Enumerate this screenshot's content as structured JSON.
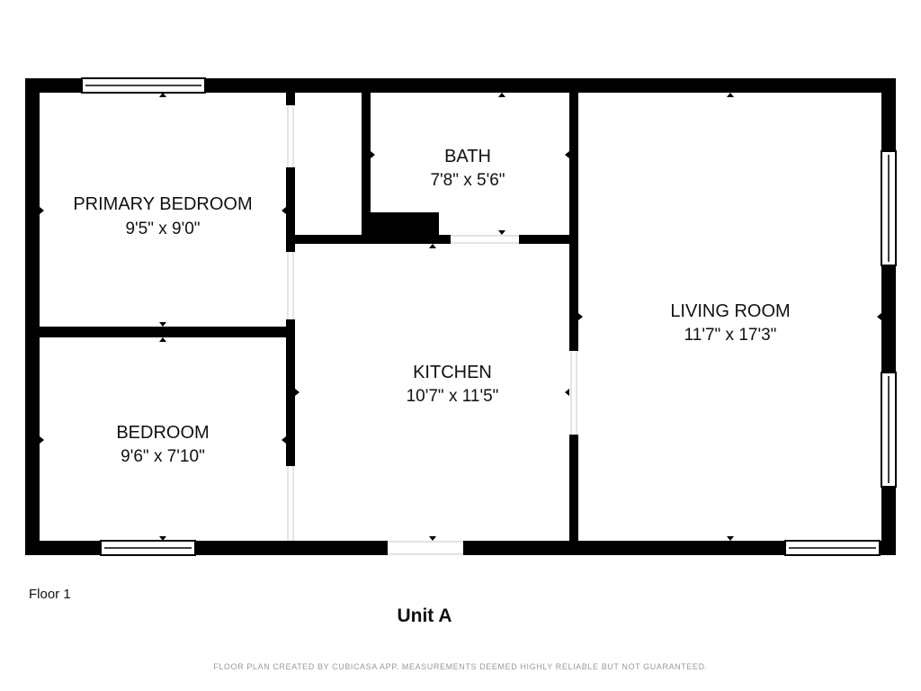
{
  "rooms": {
    "primary_bedroom": {
      "name": "PRIMARY BEDROOM",
      "dims": "9'5\" x 9'0\""
    },
    "bath": {
      "name": "BATH",
      "dims": "7'8\" x 5'6\""
    },
    "living_room": {
      "name": "LIVING ROOM",
      "dims": "11'7\" x 17'3\""
    },
    "kitchen": {
      "name": "KITCHEN",
      "dims": "10'7\" x 11'5\""
    },
    "bedroom": {
      "name": "BEDROOM",
      "dims": "9'6\" x 7'10\""
    }
  },
  "floor_label": "Floor 1",
  "unit_label": "Unit A",
  "footer_note": "FLOOR PLAN CREATED BY CUBICASA APP. MEASUREMENTS DEEMED HIGHLY RELIABLE BUT NOT GUARANTEED.",
  "colors": {
    "wall": "#000000",
    "window_frame": "#000000",
    "background": "#ffffff"
  }
}
